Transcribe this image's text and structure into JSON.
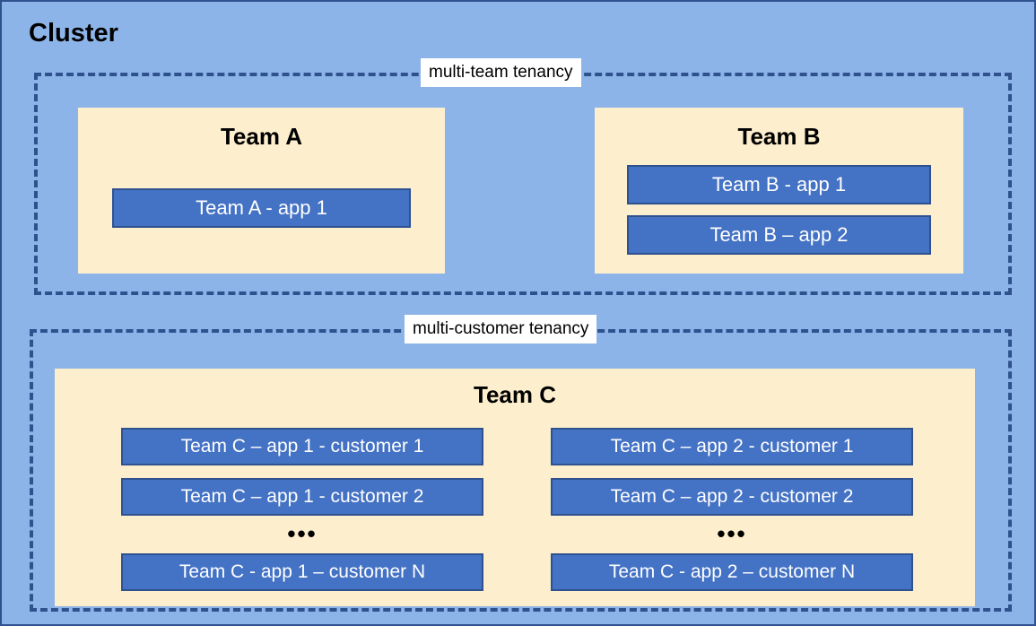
{
  "diagram": {
    "title": "Cluster",
    "colors": {
      "cluster_background": "#8db4e8",
      "cluster_border": "#2f528f",
      "tenancy_border": "#2f528f",
      "team_panel_background": "#fdeecd",
      "app_box_fill": "#4472c4",
      "app_box_border": "#2f528f",
      "app_box_text": "#ffffff",
      "label_background": "#ffffff"
    },
    "tenancies": [
      {
        "id": "multi-team",
        "label": "multi-team tenancy",
        "teams": [
          {
            "id": "team-a",
            "name": "Team A",
            "apps": [
              {
                "label": "Team A - app 1"
              }
            ]
          },
          {
            "id": "team-b",
            "name": "Team B",
            "apps": [
              {
                "label": "Team B - app 1"
              },
              {
                "label": "Team B – app 2"
              }
            ]
          }
        ]
      },
      {
        "id": "multi-customer",
        "label": "multi-customer tenancy",
        "teams": [
          {
            "id": "team-c",
            "name": "Team C",
            "columns": [
              {
                "id": "team-c-app-1",
                "apps": [
                  {
                    "label": "Team C – app 1 - customer 1"
                  },
                  {
                    "label": "Team C – app 1 - customer 2"
                  }
                ],
                "ellipsis": "•••",
                "last_app": {
                  "label": "Team C - app 1 – customer N"
                }
              },
              {
                "id": "team-c-app-2",
                "apps": [
                  {
                    "label": "Team C – app 2 - customer 1"
                  },
                  {
                    "label": "Team C – app 2 - customer 2"
                  }
                ],
                "ellipsis": "•••",
                "last_app": {
                  "label": "Team C - app 2 – customer N"
                }
              }
            ]
          }
        ]
      }
    ]
  }
}
